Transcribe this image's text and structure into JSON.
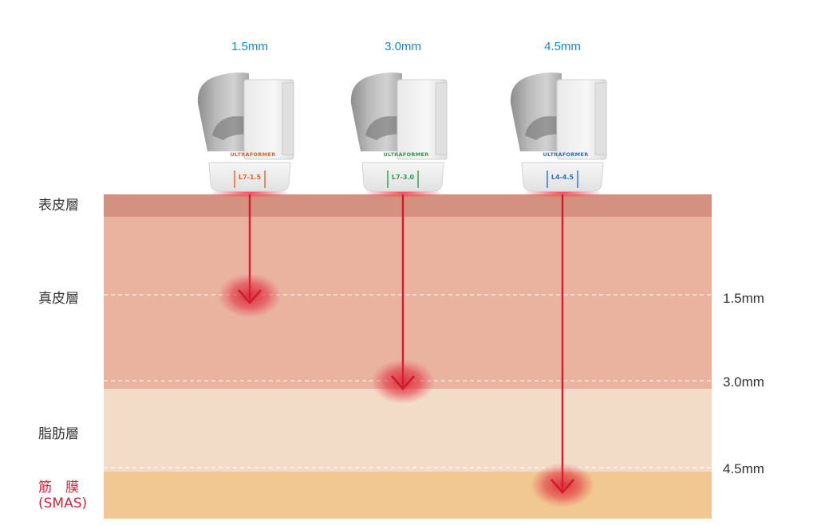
{
  "layers": {
    "epidermis": "表皮層",
    "dermis": "真皮層",
    "fat": "脂肪層",
    "smas_line1": "筋　膜",
    "smas_line2": "(SMAS)"
  },
  "cartridges": [
    {
      "depth_label": "1.5mm",
      "model": "L7-1.5",
      "brand": "ULTRAFORMER",
      "color": "#e8602c"
    },
    {
      "depth_label": "3.0mm",
      "model": "L7-3.0",
      "brand": "ULTRAFORMER",
      "color": "#2e9a4a"
    },
    {
      "depth_label": "4.5mm",
      "model": "L4-4.5",
      "brand": "ULTRAFORMER",
      "color": "#2a6fc0"
    }
  ],
  "depth_markers": [
    "1.5mm",
    "3.0mm",
    "4.5mm"
  ],
  "colors": {
    "epidermis": "#d4917f",
    "dermis": "#eab3a0",
    "fat": "#f2dcc8",
    "smas": "#f1c891",
    "arrow": "#d11a2d",
    "depth_text": "#1a86c8",
    "smas_label": "#d0243c"
  }
}
